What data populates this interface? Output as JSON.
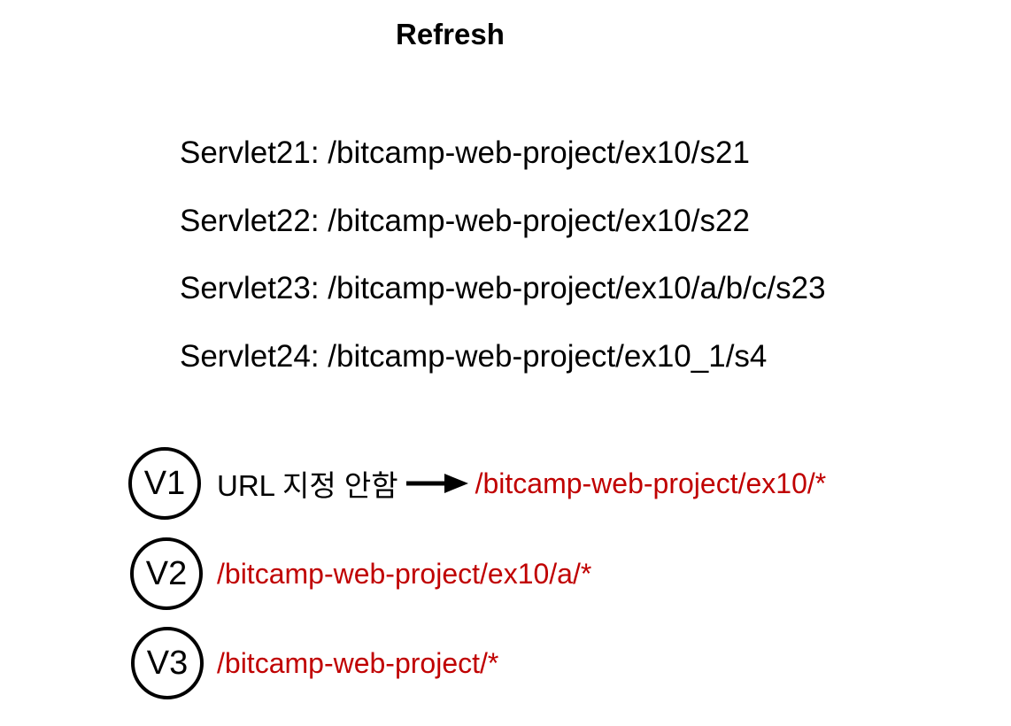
{
  "page": {
    "title": "Refresh"
  },
  "servlets": [
    {
      "text": "Servlet21: /bitcamp-web-project/ex10/s21"
    },
    {
      "text": "Servlet22: /bitcamp-web-project/ex10/s22"
    },
    {
      "text": "Servlet23: /bitcamp-web-project/ex10/a/b/c/s23"
    },
    {
      "text": "Servlet24: /bitcamp-web-project/ex10_1/s4"
    }
  ],
  "mappings": [
    {
      "badge": "V1",
      "note": "URL 지정 안함",
      "pattern": "/bitcamp-web-project/ex10/*"
    },
    {
      "badge": "V2",
      "pattern": "/bitcamp-web-project/ex10/a/*"
    },
    {
      "badge": "V3",
      "pattern": "/bitcamp-web-project/*"
    }
  ],
  "icons": {
    "arrow": "right-arrow"
  },
  "colors": {
    "pattern_text": "#c00000",
    "body_text": "#000000",
    "background": "#ffffff"
  }
}
